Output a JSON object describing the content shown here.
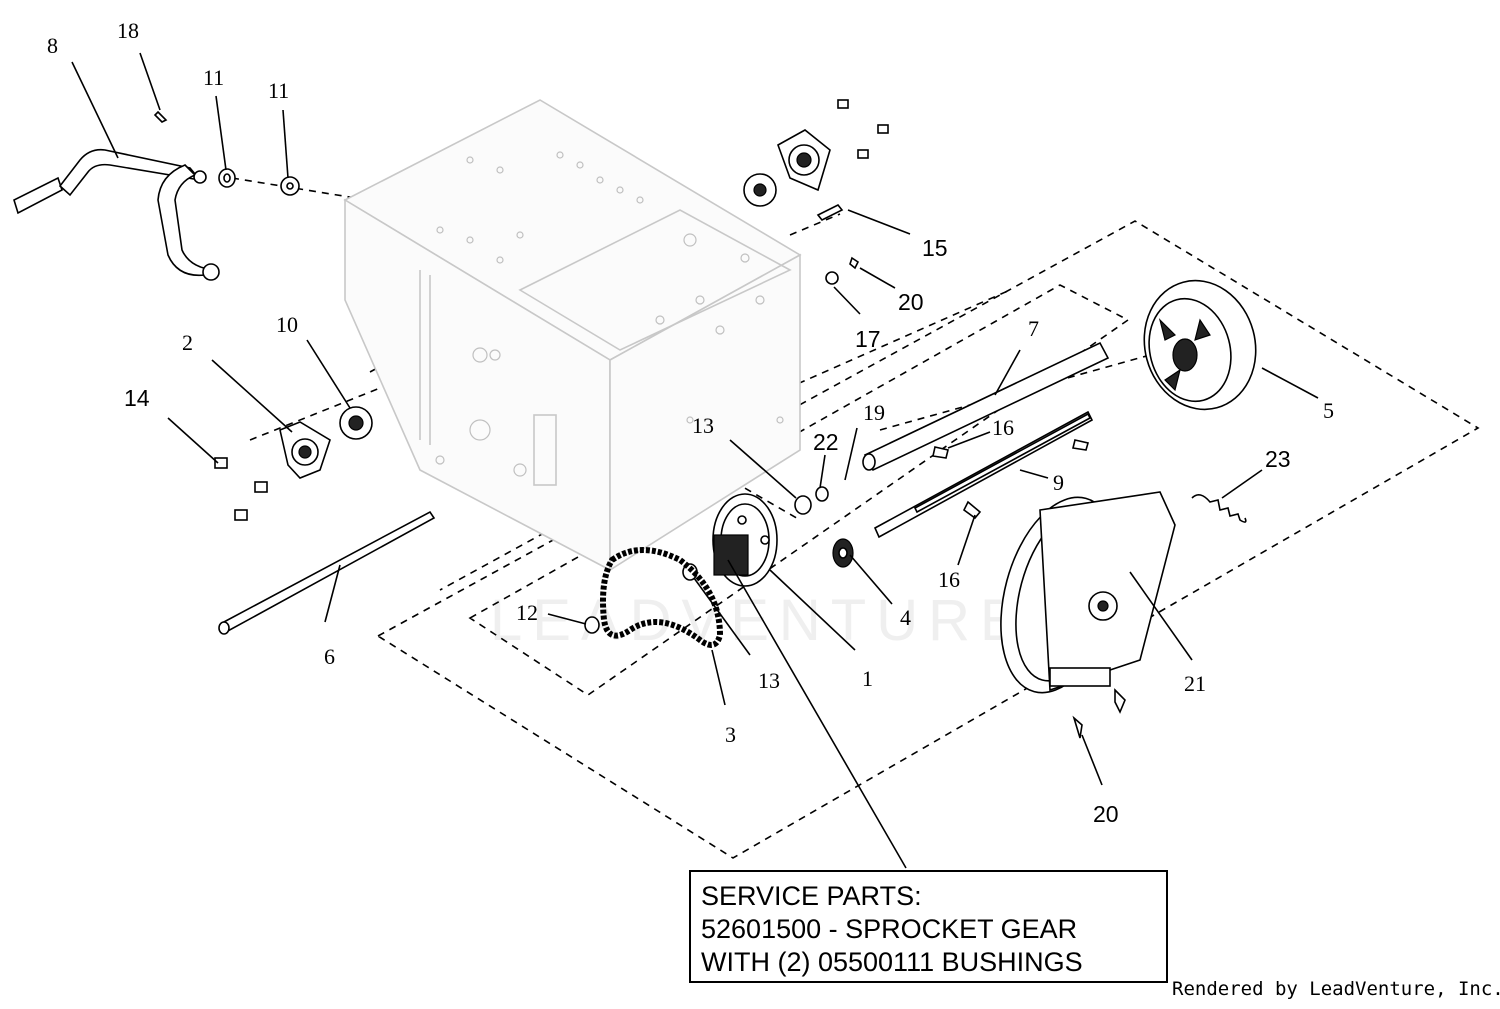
{
  "service_parts": {
    "line1": "SERVICE PARTS:",
    "line2": "52601500 - SPROCKET GEAR",
    "line3": "WITH (2) 05500111 BUSHINGS"
  },
  "credit": "Rendered by LeadVenture, Inc.",
  "watermark": "LEADVENTURE",
  "callouts": {
    "c1": "1",
    "c2": "2",
    "c3": "3",
    "c4": "4",
    "c5": "5",
    "c6": "6",
    "c7": "7",
    "c8": "8",
    "c9": "9",
    "c10": "10",
    "c11a": "11",
    "c11b": "11",
    "c12": "12",
    "c13a": "13",
    "c13b": "13",
    "c14": "14",
    "c15": "15",
    "c16a": "16",
    "c16b": "16",
    "c17": "17",
    "c18": "18",
    "c19": "19",
    "c20a": "20",
    "c20b": "20",
    "c21": "21",
    "c22": "22",
    "c23": "23"
  }
}
